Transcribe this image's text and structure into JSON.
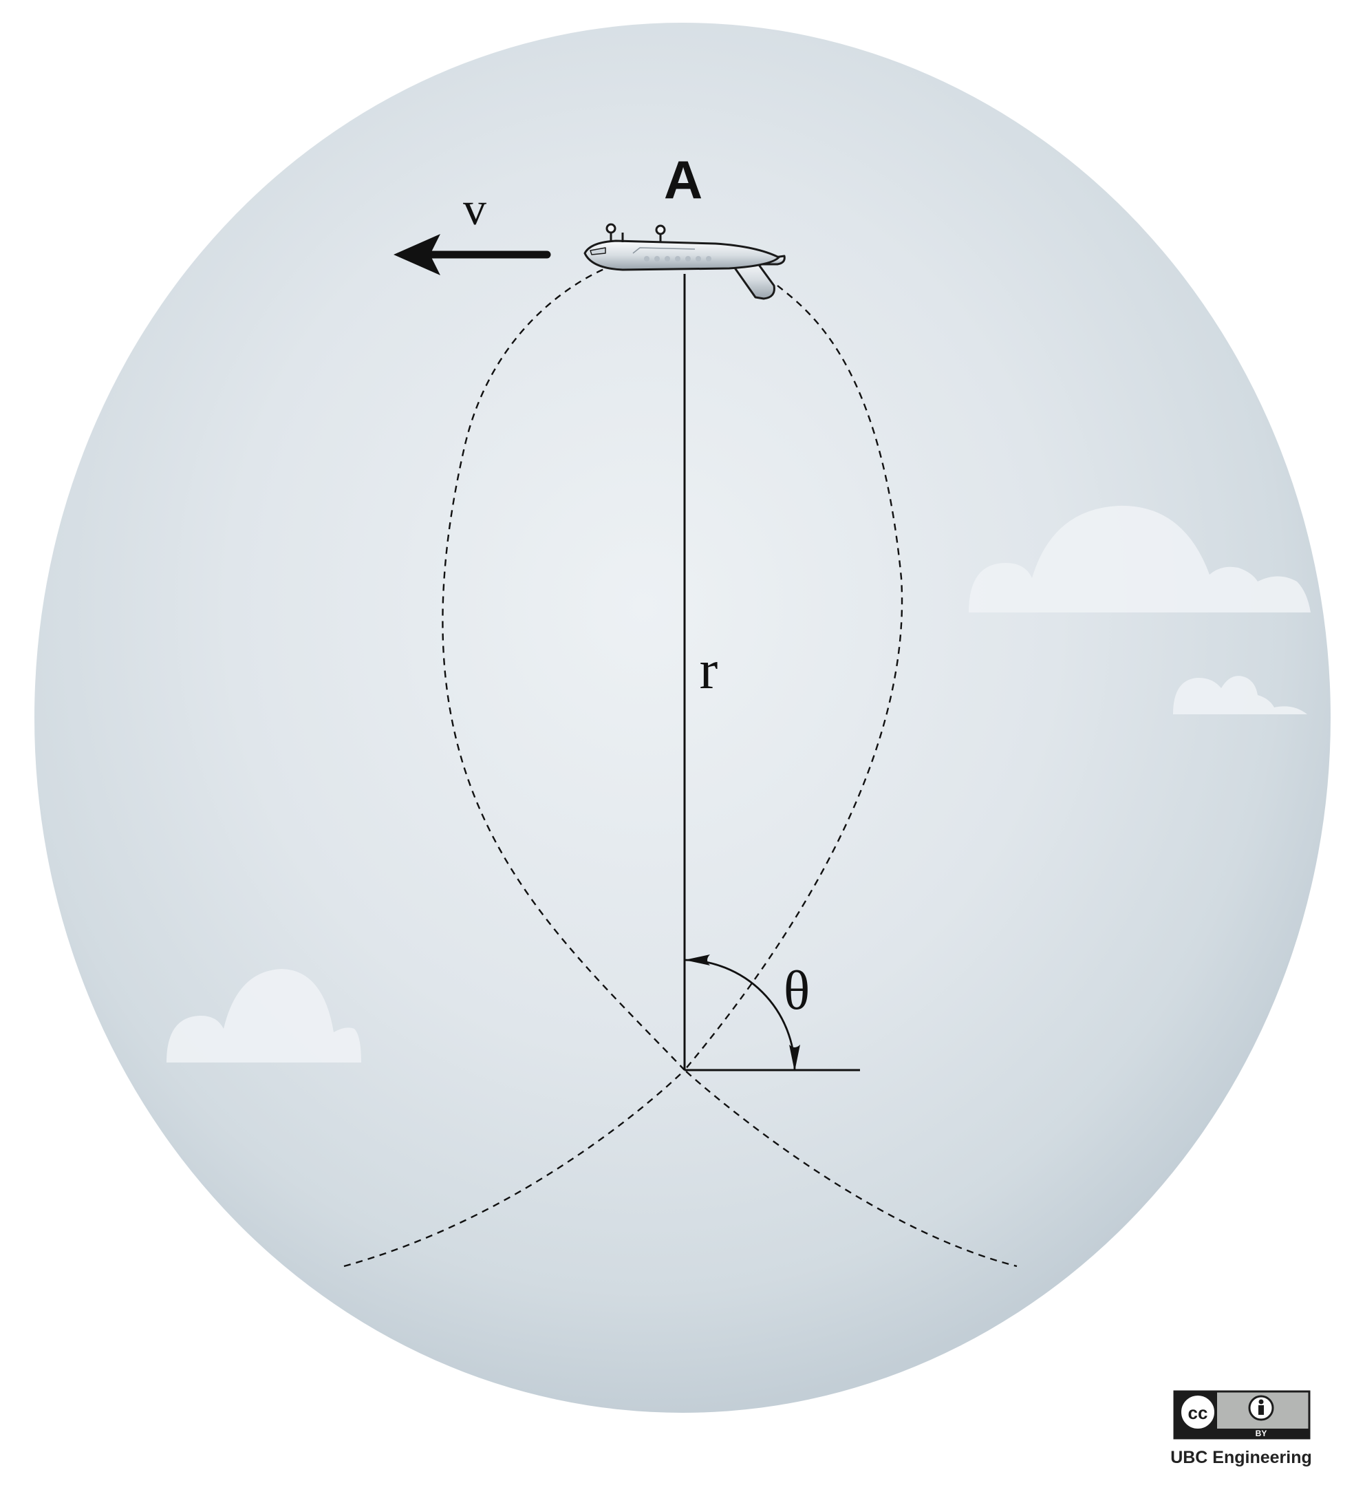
{
  "labels": {
    "point": "A",
    "velocity": "v",
    "radius": "r",
    "angle": "θ"
  },
  "license": {
    "badge_left": "cc",
    "badge_right": "BY",
    "credit": "UBC Engineering"
  },
  "colors": {
    "sky_center": "#edf1f4",
    "sky_edge": "#c3ced6",
    "cloud": "#eef2f5",
    "line": "#111111",
    "badge_bg": "#b4b6b4",
    "badge_dark": "#1c1c1c"
  },
  "icons": [
    "airplane-icon",
    "cloud-icon",
    "cc-icon",
    "attribution-person-icon"
  ]
}
